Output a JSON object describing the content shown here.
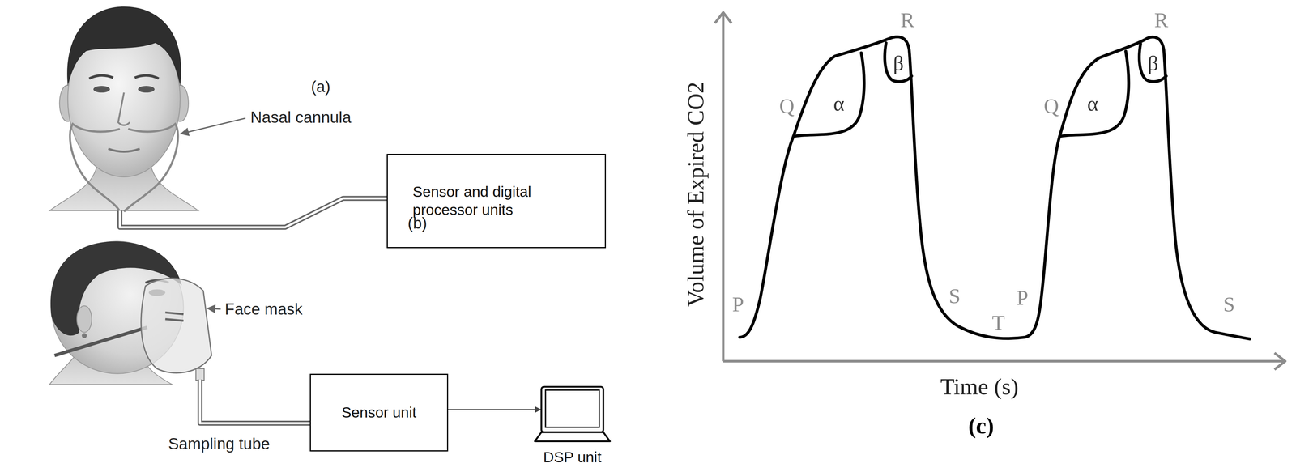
{
  "diagram": {
    "nodes": [
      {
        "text": [
          "Sensor and digital processor units"
        ]
      },
      {
        "text": [
          "Sensor unit"
        ]
      },
      {
        "text": [
          "DSP unit"
        ]
      }
    ],
    "edges": [
      {
        "from": 1,
        "to": 2,
        "arrow": "to"
      }
    ],
    "labels": [
      "(a)",
      "Nasal cannula",
      "(b)",
      "Face mask",
      "Sampling tube",
      "Volume of Expired CO2",
      "Time (s)",
      "(c)",
      "P",
      "Q",
      "α",
      "R",
      "β",
      "S",
      "T",
      "P",
      "Q",
      "α",
      "R",
      "β",
      "S"
    ]
  }
}
